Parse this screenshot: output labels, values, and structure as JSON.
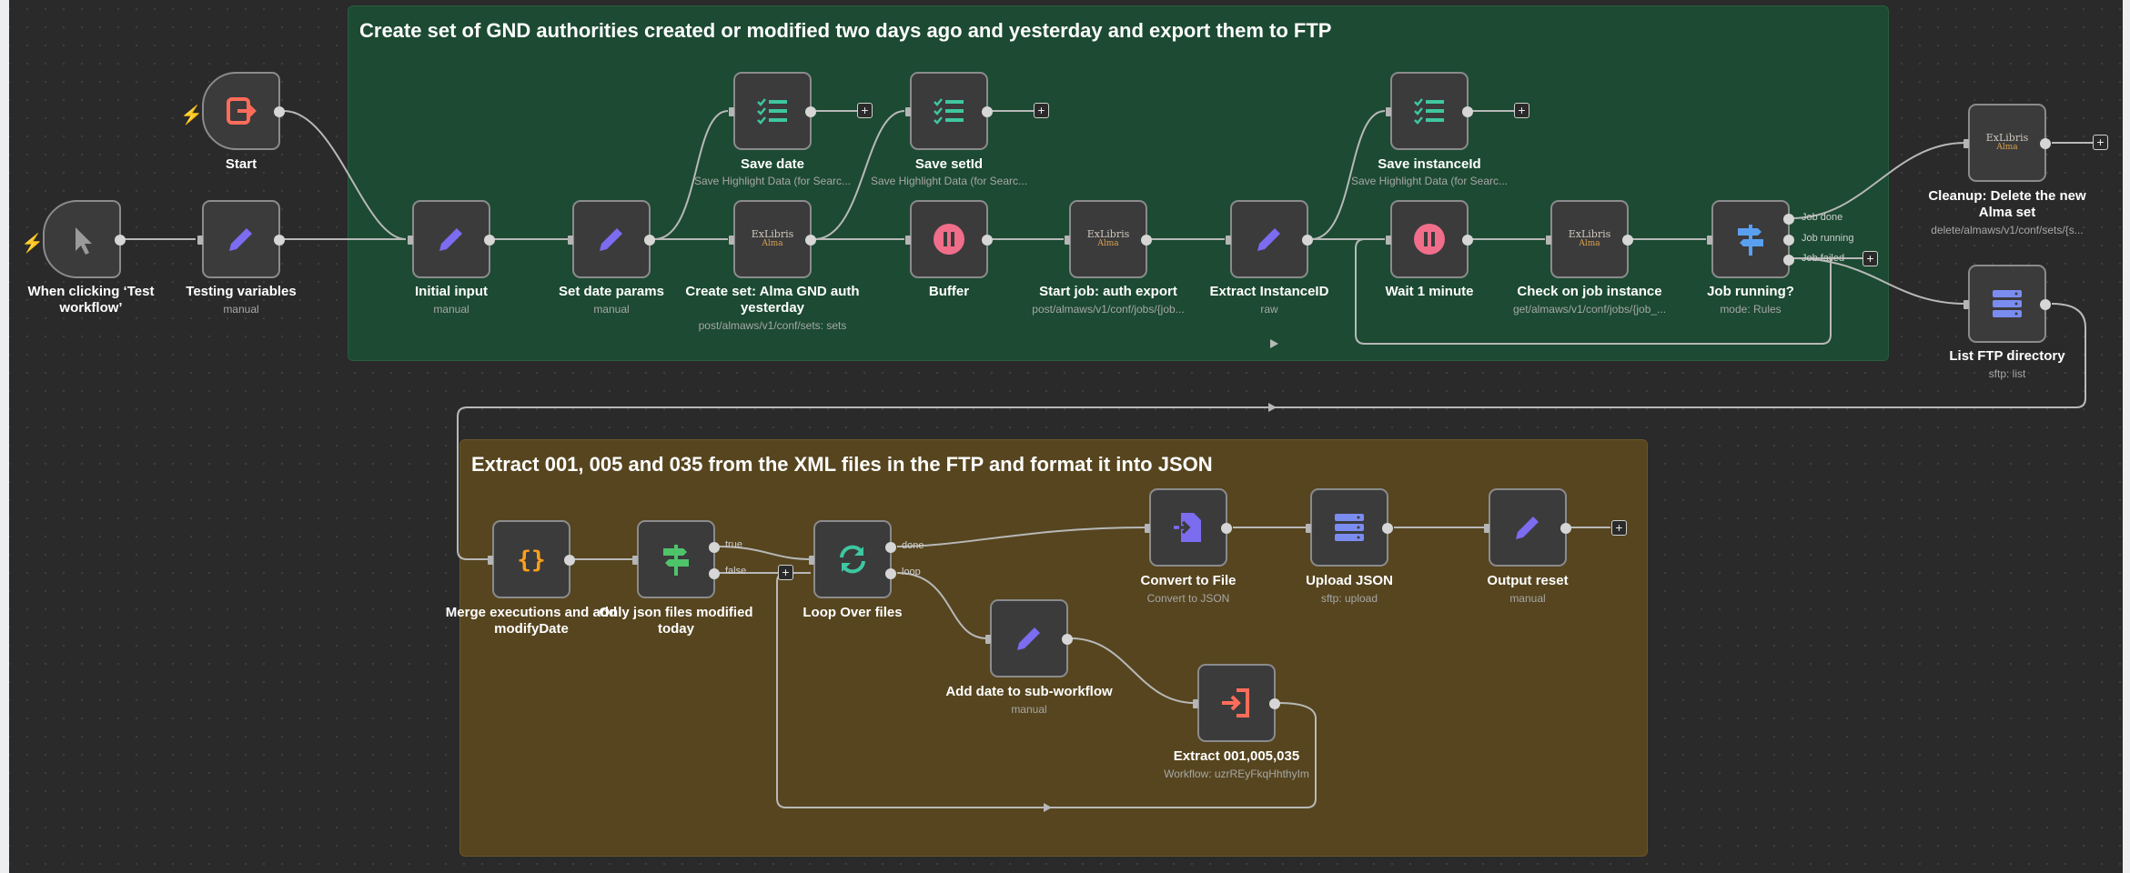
{
  "canvas": {
    "colors": {
      "accent_trigger": "#ff6d5a",
      "edit": "#7b6cf0",
      "checklist": "#3ec7a0",
      "switch": "#5aa0f0",
      "filter": "#4ec46a",
      "code": "#ff9f1c",
      "wait": "#f06e8a",
      "loop": "#3ec7a0"
    }
  },
  "stickies": {
    "s1": {
      "title": "Create set of GND authorities created or modified two days ago and yesterday and export them to FTP"
    },
    "s2": {
      "title": "Extract 001, 005 and 035 from the XML files in the FTP and format it into JSON"
    }
  },
  "nodes": {
    "manual_trigger": {
      "label": "When clicking ‘Test workflow’",
      "icon": "cursor-icon"
    },
    "start": {
      "label": "Start",
      "icon": "exit-icon"
    },
    "testing_vars": {
      "label": "Testing variables",
      "sub": "manual",
      "icon": "pencil-icon"
    },
    "initial_input": {
      "label": "Initial input",
      "sub": "manual",
      "icon": "pencil-icon"
    },
    "set_date_params": {
      "label": "Set date params",
      "sub": "manual",
      "icon": "pencil-icon"
    },
    "save_date": {
      "label": "Save date",
      "sub": "Save Highlight Data (for Searc...",
      "icon": "checklist-icon"
    },
    "create_set": {
      "label": "Create set: Alma GND auth yesterday",
      "sub": "post/almaws/v1/conf/sets: sets",
      "icon": "exlibris-icon"
    },
    "save_setid": {
      "label": "Save setId",
      "sub": "Save Highlight Data (for Searc...",
      "icon": "checklist-icon"
    },
    "buffer": {
      "label": "Buffer",
      "icon": "pause-icon"
    },
    "start_job": {
      "label": "Start job: auth export",
      "sub": "post/almaws/v1/conf/jobs/{job...",
      "icon": "exlibris-icon"
    },
    "extract_instance": {
      "label": "Extract InstanceID",
      "sub": "raw",
      "icon": "pencil-icon"
    },
    "save_instance": {
      "label": "Save instanceId",
      "sub": "Save Highlight Data (for Searc...",
      "icon": "checklist-icon"
    },
    "wait": {
      "label": "Wait 1 minute",
      "icon": "pause-icon"
    },
    "check_job": {
      "label": "Check on job instance",
      "sub": "get/almaws/v1/conf/jobs/{job_...",
      "icon": "exlibris-icon"
    },
    "job_running": {
      "label": "Job running?",
      "sub": "mode: Rules",
      "icon": "switch-icon",
      "outputs": [
        "Job done",
        "Job running",
        "Job failed"
      ]
    },
    "cleanup": {
      "label": "Cleanup: Delete the new Alma set",
      "sub": "delete/almaws/v1/conf/sets/{s...",
      "icon": "exlibris-icon"
    },
    "list_ftp": {
      "label": "List FTP directory",
      "sub": "sftp: list",
      "icon": "server-icon"
    },
    "merge": {
      "label": "Merge executions and add modifyDate",
      "icon": "code-icon"
    },
    "only_json": {
      "label": "Only json files modified today",
      "icon": "filter-icon",
      "outputs": [
        "true",
        "false"
      ]
    },
    "loop": {
      "label": "Loop Over files",
      "icon": "loop-icon",
      "outputs": [
        "done",
        "loop"
      ]
    },
    "add_date": {
      "label": "Add date to sub-workflow",
      "sub": "manual",
      "icon": "pencil-icon"
    },
    "extract_001": {
      "label": "Extract 001,005,035",
      "sub": "Workflow: uzrREyFkqHhthyIm",
      "icon": "subworkflow-icon"
    },
    "convert": {
      "label": "Convert to File",
      "sub": "Convert to JSON",
      "icon": "file-convert-icon"
    },
    "upload": {
      "label": "Upload JSON",
      "sub": "sftp: upload",
      "icon": "server-icon"
    },
    "output_reset": {
      "label": "Output reset",
      "sub": "manual",
      "icon": "pencil-icon"
    }
  },
  "brand": {
    "exlibris": "ExLibris",
    "alma": "Alma"
  },
  "plus_symbol": "+"
}
